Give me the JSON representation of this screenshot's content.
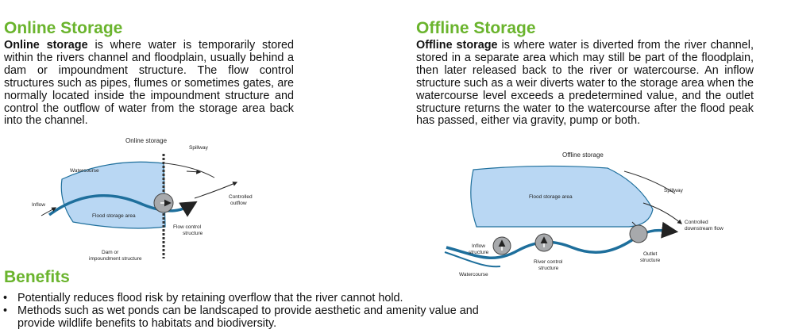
{
  "online": {
    "heading": "Online Storage",
    "intro_bold": "Online storage",
    "intro_rest": " is where water is temporarily stored within the rivers channel and floodplain, usually behind a dam or impoundment structure. The flow control structures such as pipes, flumes or sometimes gates, are normally located inside the impoundment structure and control the outflow of water from the storage area back into the channel.",
    "diagram": {
      "title": "Online storage",
      "spillway": "Spillway",
      "watercourse": "Watercourse",
      "inflow": "Inflow",
      "controlled_line1": "Controlled",
      "controlled_line2": "outflow",
      "storage_area": "Flood storage area",
      "flow_control_line1": "Flow control",
      "flow_control_line2": "structure",
      "dam_line1": "Dam or",
      "dam_line2": "impoundment structure"
    }
  },
  "offline": {
    "heading": "Offline Storage",
    "intro_bold": "Offline storage",
    "intro_rest": " is where water is diverted from the river channel, stored in a separate area which may still be part of the floodplain, then later released back to the river or watercourse. An inflow structure such as a weir diverts water to the storage area when the watercourse level exceeds a predetermined value, and the outlet structure returns the water to the watercourse after the flood peak has passed, either via gravity, pump or both.",
    "diagram": {
      "title": "Offline storage",
      "storage_area": "Flood storage area",
      "spillway": "Spillway",
      "controlled_line1": "Controlled",
      "controlled_line2": "downstream flow",
      "inflow_line1": "Inflow",
      "inflow_line2": "structure",
      "river_control_line1": "River control",
      "river_control_line2": "structure",
      "outlet_line1": "Outlet",
      "outlet_line2": "structure",
      "watercourse": "Watercourse"
    }
  },
  "benefits": {
    "heading": "Benefits",
    "items": [
      "Potentially reduces flood risk by retaining overflow that the river cannot hold.",
      "Methods such as wet ponds can be landscaped to provide aesthetic and amenity value and provide wildlife benefits to habitats and biodiversity."
    ]
  },
  "colors": {
    "heading_green": "#6ab42d",
    "storage_fill": "#b9d7f3",
    "river_blue": "#1e6f9c",
    "structure_grey": "#a7a9ac"
  }
}
